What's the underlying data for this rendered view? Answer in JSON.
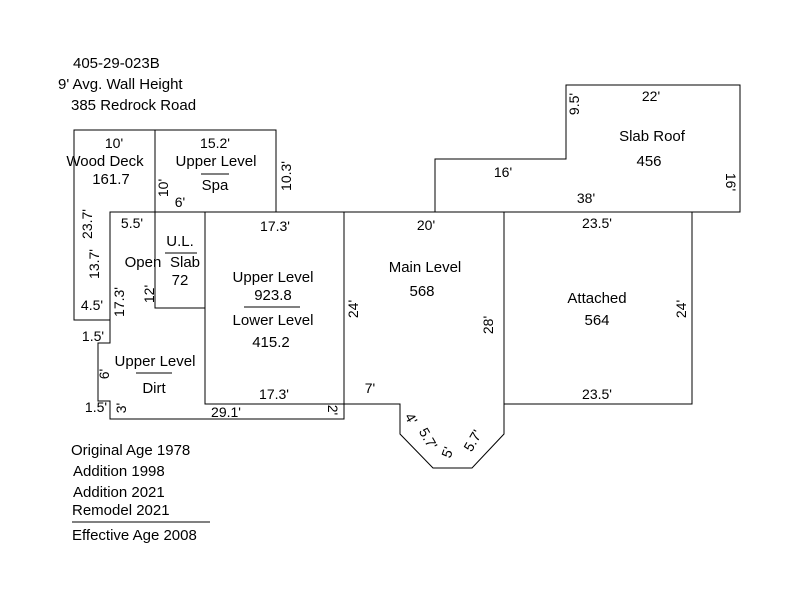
{
  "header": {
    "parcel_id": "405-29-023B",
    "wall_height": "9' Avg. Wall Height",
    "address": "385 Redrock Road"
  },
  "areas": {
    "wood_deck": {
      "name": "Wood Deck",
      "area": "161.7"
    },
    "upper_level_spa": {
      "name": "Upper Level",
      "sub": "Spa"
    },
    "ul_slab": {
      "name": "U.L.",
      "sub": "Slab",
      "area": "72"
    },
    "open": {
      "name": "Open"
    },
    "upper_lower_level": {
      "upper_name": "Upper Level",
      "upper_area": "923.8",
      "lower_name": "Lower Level",
      "lower_area": "415.2"
    },
    "main_level": {
      "name": "Main Level",
      "area": "568"
    },
    "slab_roof": {
      "name": "Slab Roof",
      "area": "456"
    },
    "attached": {
      "name": "Attached",
      "area": "564"
    },
    "upper_level_dirt": {
      "name": "Upper Level",
      "sub": "Dirt"
    }
  },
  "dimensions": {
    "deck_top": "10'",
    "spa_top": "15.2'",
    "spa_left": "10'",
    "spa_right": "10.3'",
    "spa_bottom": "6'",
    "deck_left": "23.7'",
    "deck_left_lower": "13.7'",
    "deck_bottom": "4.5'",
    "open_top": "5.5'",
    "open_left": "17.3'",
    "slab_left": "12'",
    "upper_top": "17.3'",
    "upper_right": "24'",
    "upper_bottom": "17.3'",
    "notch": "1.5'",
    "dirt_left": "6'",
    "dirt_notch": "1.5'",
    "dirt_left_small": "3'",
    "bottom_long": "29.1'",
    "bottom_right_small": "2'",
    "main_top": "20'",
    "main_right": "28'",
    "main_left_bottom": "7'",
    "bay_a": "4'",
    "bay_b": "5.7'",
    "bay_c": "5'",
    "bay_d": "5.7'",
    "roof_top": "22'",
    "roof_left_small": "9.5'",
    "roof_left": "16'",
    "roof_right": "16'",
    "roof_bottom": "38'",
    "attached_top": "23.5'",
    "attached_right": "24'",
    "attached_bottom": "23.5'"
  },
  "age_info": {
    "original": "Original Age 1978",
    "addition1": "Addition 1998",
    "addition2": "Addition 2021",
    "remodel": "Remodel 2021",
    "effective": "Effective Age 2008"
  }
}
